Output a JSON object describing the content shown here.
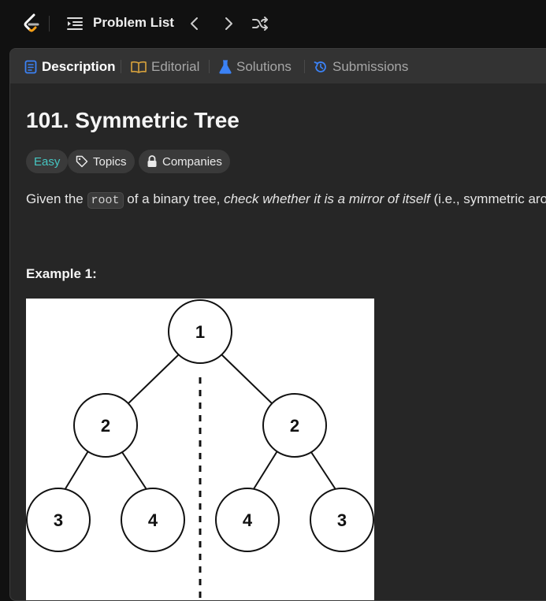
{
  "header": {
    "problem_list_label": "Problem List"
  },
  "tabs": [
    {
      "label": "Description",
      "active": true,
      "icon": "description-icon"
    },
    {
      "label": "Editorial",
      "active": false,
      "icon": "book-icon"
    },
    {
      "label": "Solutions",
      "active": false,
      "icon": "flask-icon"
    },
    {
      "label": "Submissions",
      "active": false,
      "icon": "history-icon"
    }
  ],
  "problem": {
    "title": "101. Symmetric Tree",
    "difficulty": "Easy",
    "topics_label": "Topics",
    "companies_label": "Companies",
    "desc_pre": "Given the ",
    "desc_code": "root",
    "desc_mid": " of a binary tree, ",
    "desc_emph": "check whether it is a mirror of itself",
    "desc_post": " (i.e., symmetric around its center).",
    "example_label": "Example 1:"
  },
  "example_tree": {
    "node_values": [
      "1",
      "2",
      "2",
      "3",
      "4",
      "4",
      "3"
    ]
  },
  "colors": {
    "accent_easy": "#46c6c2",
    "tab_active_icon": "#3b82f6",
    "editorial_icon": "#d9a33d",
    "solutions_icon": "#3b82f6",
    "submissions_icon": "#3b82f6",
    "logo_orange": "#ffa116"
  }
}
